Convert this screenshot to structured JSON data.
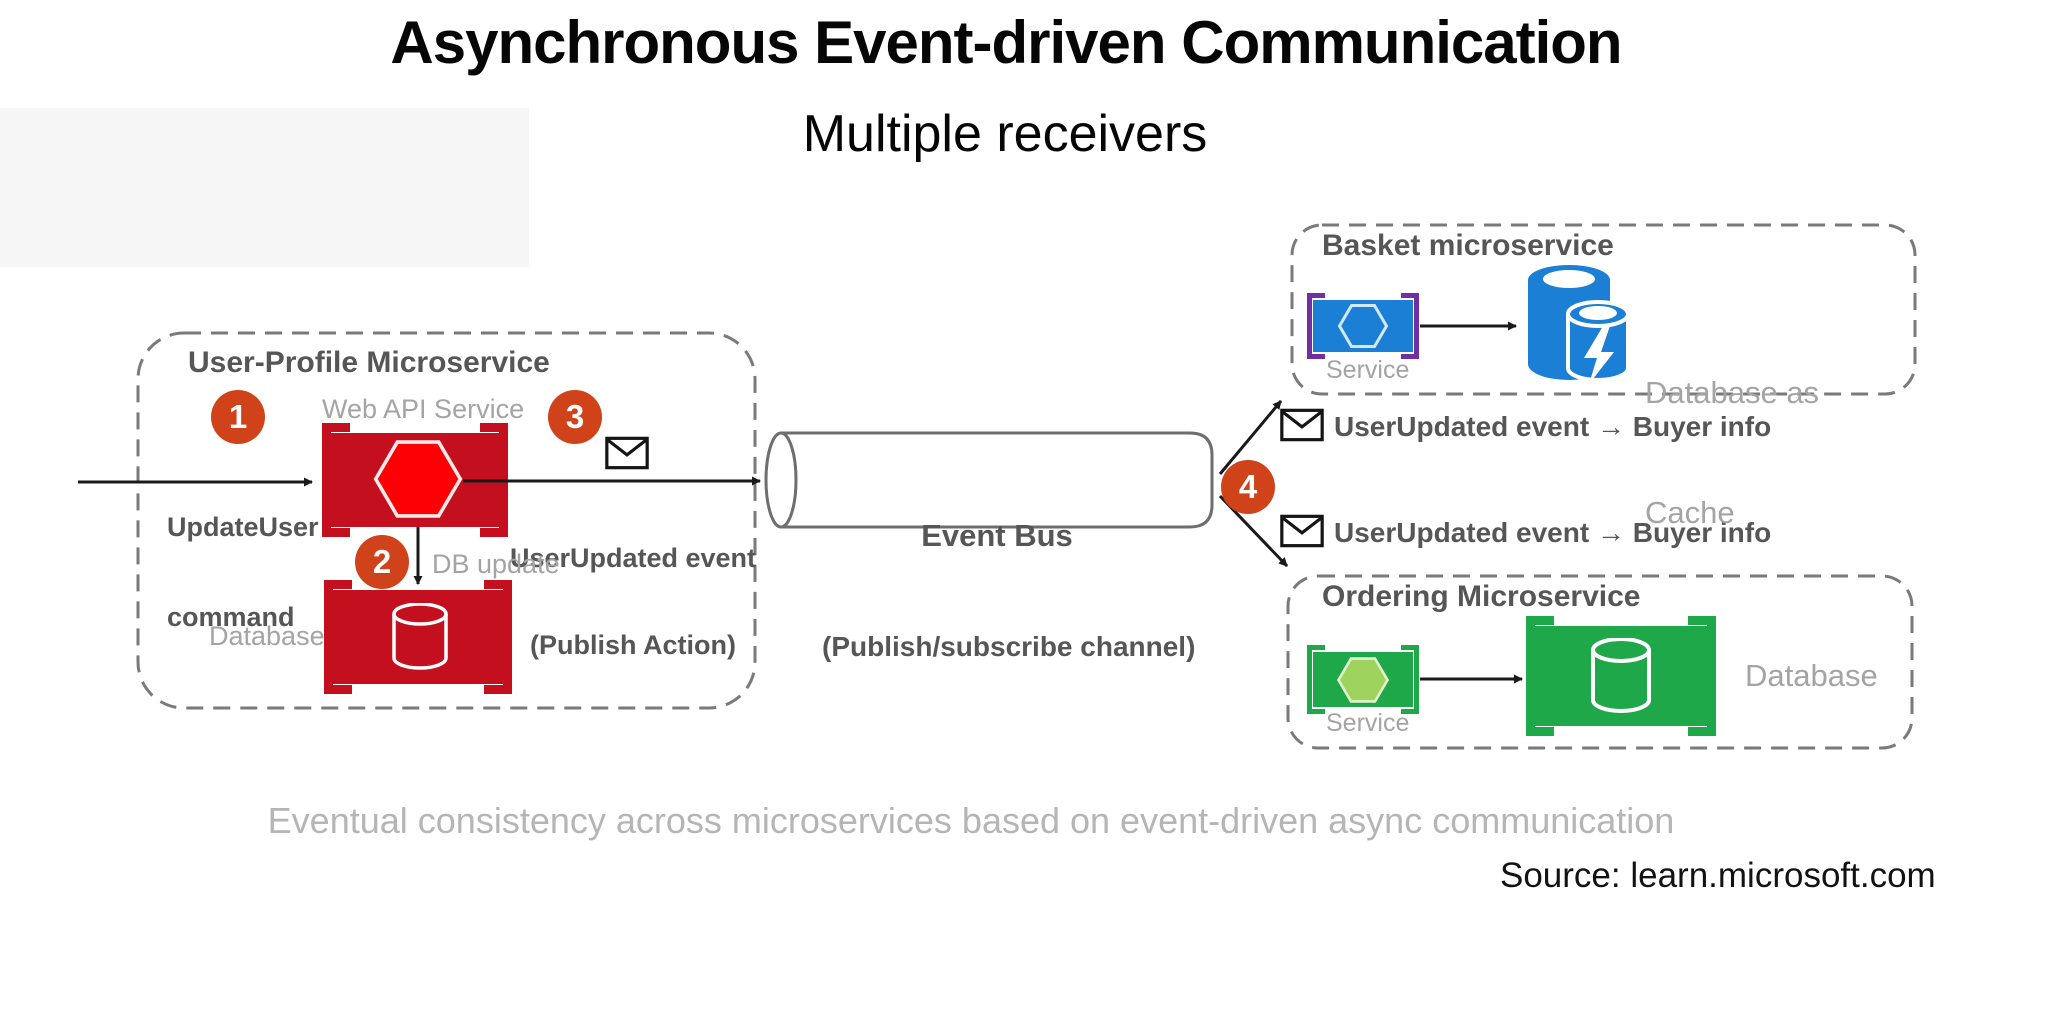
{
  "page": {
    "title": "Asynchronous Event-driven Communication",
    "subtitle": "Multiple receivers",
    "caption": "Eventual consistency across microservices based on event-driven async communication",
    "source": "Source: learn.microsoft.com"
  },
  "user_profile": {
    "title": "User-Profile Microservice",
    "badge1": "1",
    "badge2": "2",
    "badge3": "3",
    "update_line1": "UpdateUser",
    "update_line2": "command",
    "web_api_label": "Web API Service",
    "db_update_label": "DB update",
    "database_label": "Database",
    "publish_line1": "UserUpdated event",
    "publish_line2": "(Publish Action)"
  },
  "event_bus": {
    "line1": "Event Bus",
    "line2": "(Publish/subscribe channel)",
    "badge4": "4"
  },
  "messages": {
    "to_basket": "UserUpdated event → Buyer info",
    "to_ordering": "UserUpdated event → Buyer info"
  },
  "basket": {
    "title": "Basket microservice",
    "service_label": "Service",
    "db_line1": "Database as",
    "db_line2": "Cache"
  },
  "ordering": {
    "title": "Ordering Microservice",
    "service_label": "Service",
    "database_label": "Database"
  },
  "icons": {
    "envelope": "envelope message icon",
    "hexagon": "service hexagon icon",
    "cylinder": "database cylinder icon",
    "cache_cylinders": "cache database cylinders with lightning bolt"
  },
  "colors": {
    "badge_orange": "#D0431A",
    "service_red": "#C40F1E",
    "hexagon_red": "#FC0005",
    "service_blue": "#1B7FD6",
    "bracket_purple": "#7030A0",
    "service_green": "#1FA84A",
    "hexagon_light_green": "#9ED45E",
    "text_dark_gray": "#565656",
    "text_light_gray": "#A4A4A4",
    "dashed_border": "#7A7A7A"
  }
}
